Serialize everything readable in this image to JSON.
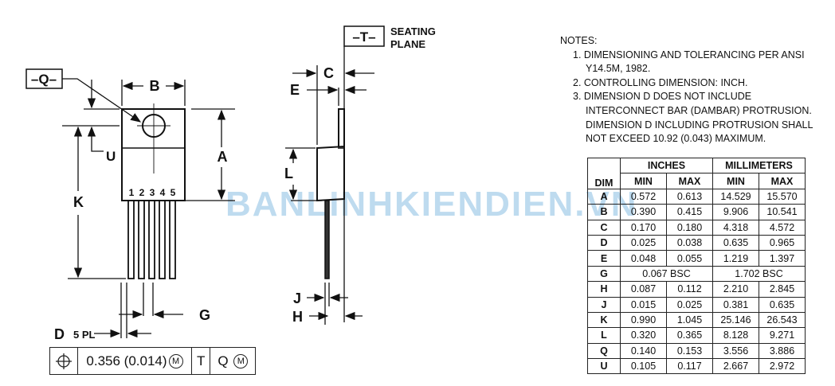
{
  "drawing": {
    "datum_q": "–Q–",
    "datum_t": "–T–",
    "seating_plane": [
      "SEATING",
      "PLANE"
    ],
    "dim_labels": {
      "A": "A",
      "B": "B",
      "C": "C",
      "D": "D",
      "E": "E",
      "G": "G",
      "H": "H",
      "J": "J",
      "K": "K",
      "L": "L",
      "U": "U"
    },
    "d_suffix": "5 PL",
    "pins": [
      "1",
      "2",
      "3",
      "4",
      "5"
    ]
  },
  "tolerance_frame": {
    "symbol": "position-icon",
    "value": "0.356 (0.014)",
    "modifier1": "M",
    "datum1": "T",
    "datum2": "Q",
    "modifier2": "M"
  },
  "notes": {
    "title": "NOTES:",
    "items": [
      "1. DIMENSIONING AND TOLERANCING PER ANSI Y14.5M, 1982.",
      "2. CONTROLLING DIMENSION: INCH.",
      "3. DIMENSION D DOES NOT INCLUDE INTERCONNECT BAR (DAMBAR) PROTRUSION. DIMENSION D INCLUDING PROTRUSION SHALL NOT EXCEED 10.92 (0.043) MAXIMUM."
    ]
  },
  "table": {
    "group_headers": [
      "INCHES",
      "MILLIMETERS"
    ],
    "headers": [
      "DIM",
      "MIN",
      "MAX",
      "MIN",
      "MAX"
    ],
    "rows": [
      [
        "A",
        "0.572",
        "0.613",
        "14.529",
        "15.570"
      ],
      [
        "B",
        "0.390",
        "0.415",
        "9.906",
        "10.541"
      ],
      [
        "C",
        "0.170",
        "0.180",
        "4.318",
        "4.572"
      ],
      [
        "D",
        "0.025",
        "0.038",
        "0.635",
        "0.965"
      ],
      [
        "E",
        "0.048",
        "0.055",
        "1.219",
        "1.397"
      ],
      [
        "G",
        "0.067 BSC",
        "",
        "1.702 BSC",
        ""
      ],
      [
        "H",
        "0.087",
        "0.112",
        "2.210",
        "2.845"
      ],
      [
        "J",
        "0.015",
        "0.025",
        "0.381",
        "0.635"
      ],
      [
        "K",
        "0.990",
        "1.045",
        "25.146",
        "26.543"
      ],
      [
        "L",
        "0.320",
        "0.365",
        "8.128",
        "9.271"
      ],
      [
        "Q",
        "0.140",
        "0.153",
        "3.556",
        "3.886"
      ],
      [
        "U",
        "0.105",
        "0.117",
        "2.667",
        "2.972"
      ]
    ]
  },
  "watermark": "BANLINHKIENDIEN.VN"
}
